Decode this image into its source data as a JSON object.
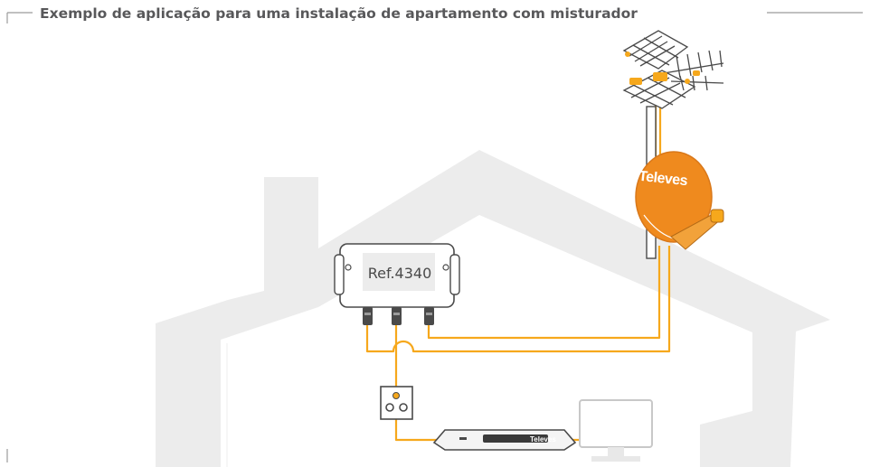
{
  "title": "Exemplo de aplicação para uma instalação de apartamento com misturador",
  "device": {
    "ref_label": "Ref.4340"
  },
  "brand": "Televes",
  "colors": {
    "cable": "#f6a81c",
    "house": "#e9e9e9",
    "frame_line": "#9b9b9b",
    "dish": "#ef8a1e",
    "device_outline": "#4a4a4a",
    "title_text": "#58585a"
  },
  "icons": {
    "terrestrial_antenna": "yagi-antenna-icon",
    "satellite_dish": "satellite-dish-icon",
    "multiswitch": "multiswitch-mixer-icon",
    "wall_outlet": "tv-wall-outlet-icon",
    "set_top_box": "set-top-box-icon",
    "tv": "tv-monitor-icon"
  }
}
